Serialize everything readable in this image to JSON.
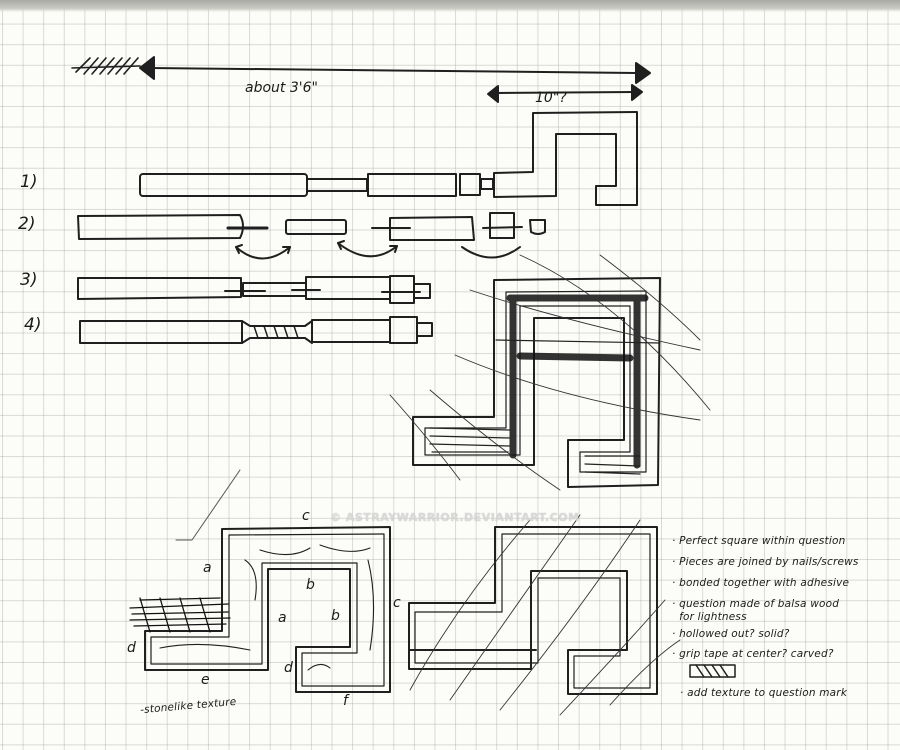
{
  "sheet": {
    "type": "hand-drawn design sketch on graph paper",
    "ink_color": "#1b1b1b",
    "paper_color": "#fcfcf8",
    "grid_color": "#c8ccc8"
  },
  "dimensions": {
    "overall": "about 3'6\"",
    "head": "10\"?"
  },
  "steps": [
    {
      "label": "1)"
    },
    {
      "label": "2)"
    },
    {
      "label": "3)"
    },
    {
      "label": "4)"
    }
  ],
  "part_labels": {
    "a1": "a",
    "a2": "a",
    "b1": "b",
    "b2": "b",
    "c1": "c",
    "c2": "c",
    "d1": "d",
    "d2": "d",
    "e": "e",
    "f": "f"
  },
  "texture_caption": "-stonelike texture",
  "watermark": "© ASTRAYWARRIOR.DEVIANTART.COM",
  "notes": [
    "· Perfect square within question",
    "· Pieces are joined by nails/screws",
    "· bonded together with adhesive",
    "· question made of balsa wood",
    "  for lightness",
    "· hollowed out? solid?",
    "· grip tape at center? carved?",
    "· add texture to question mark"
  ]
}
